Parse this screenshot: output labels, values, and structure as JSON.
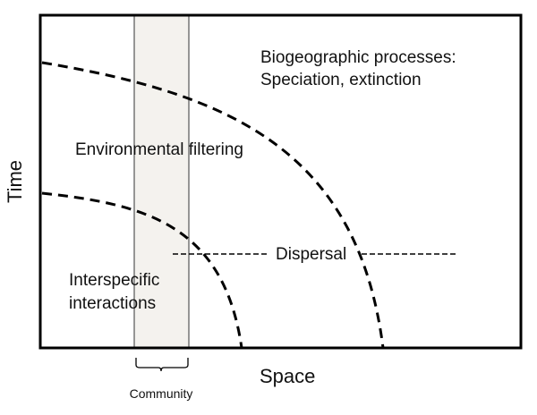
{
  "diagram": {
    "axes": {
      "x_label": "Space",
      "y_label": "Time"
    },
    "regions": {
      "biogeographic_line1": "Biogeographic processes:",
      "biogeographic_line2": "Speciation, extinction",
      "environmental": "Environmental filtering",
      "interspecific_line1": "Interspecific",
      "interspecific_line2": "interactions",
      "dispersal": "Dispersal"
    },
    "community_label": "Community",
    "colors": {
      "frame": "#000000",
      "community_fill": "#f4f2ee",
      "community_stroke": "#555555",
      "text": "#111111"
    }
  }
}
